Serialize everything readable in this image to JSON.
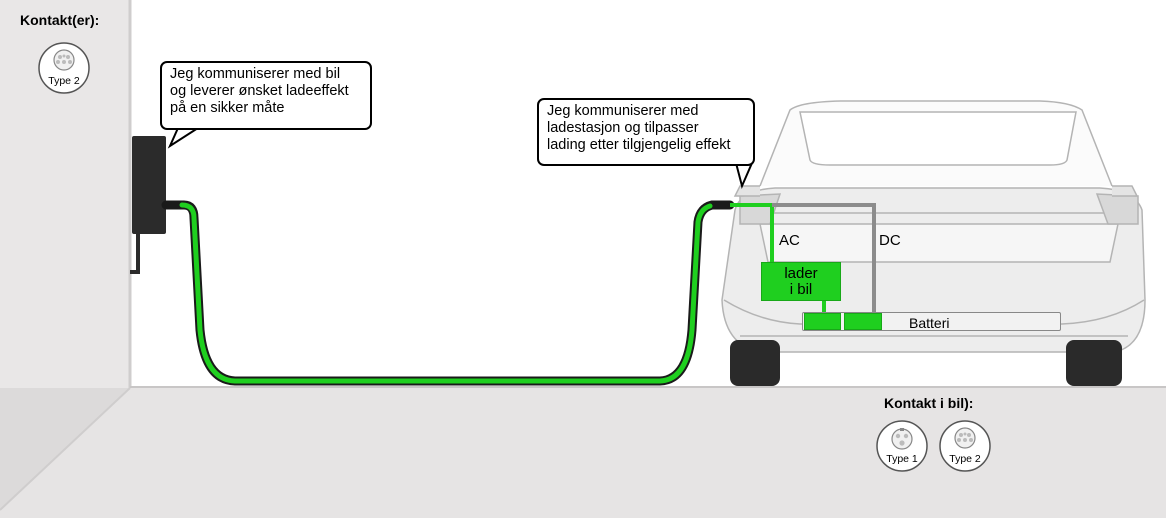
{
  "station_connectors": {
    "heading": "Kontakt(er):",
    "items": [
      {
        "label": "Type 2"
      }
    ]
  },
  "car_connectors": {
    "heading": "Kontakt i bil):",
    "items": [
      {
        "label": "Type 1"
      },
      {
        "label": "Type 2"
      }
    ]
  },
  "station_bubble": {
    "lines": [
      "Jeg kommuniserer med bil",
      "og leverer ønsket ladeeffekt",
      "på en sikker måte"
    ]
  },
  "car_bubble": {
    "lines": [
      "Jeg kommuniserer med",
      "ladestasjon og tilpasser",
      "lading etter tilgjengelig effekt"
    ]
  },
  "onboard_charger": {
    "lines": [
      "lader",
      "i bil"
    ]
  },
  "battery": {
    "label": "Batteri"
  },
  "cable_labels": {
    "ac": "AC",
    "dc": "DC"
  },
  "colors": {
    "cable_green": "#1fcf1f",
    "wall": "#e9e7e7",
    "floor": "#e6e4e4",
    "station": "#2b2b2b",
    "dc_cable": "#8c8c8c"
  }
}
